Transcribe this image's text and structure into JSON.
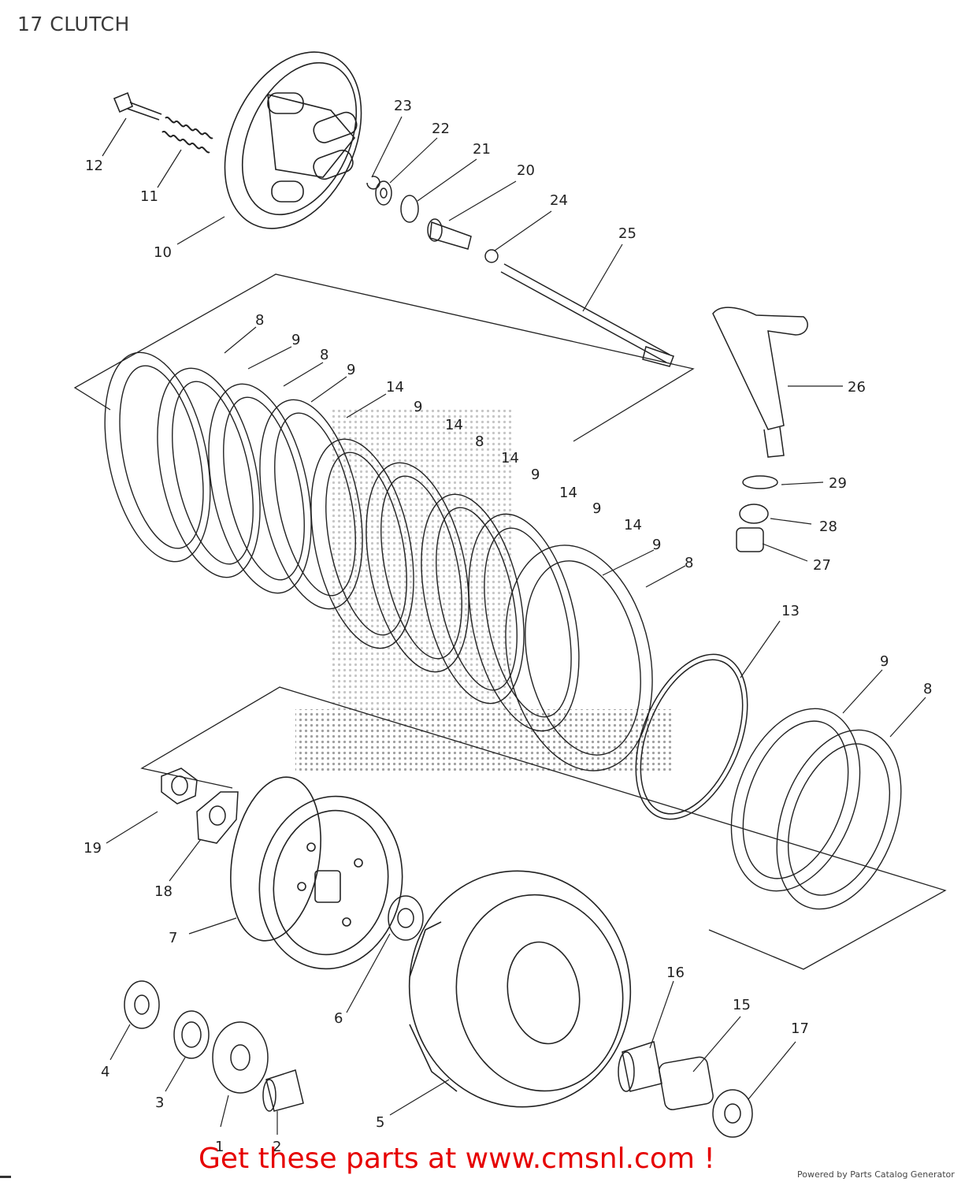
{
  "page": {
    "title": "17 CLUTCH",
    "promo_text": "Get these parts at www.cmsnl.com !",
    "powered_text": "Powered by Parts Catalog Generator"
  },
  "callouts": [
    {
      "id": "c12",
      "label": "12"
    },
    {
      "id": "c11",
      "label": "11"
    },
    {
      "id": "c10",
      "label": "10"
    },
    {
      "id": "c23",
      "label": "23"
    },
    {
      "id": "c22",
      "label": "22"
    },
    {
      "id": "c21",
      "label": "21"
    },
    {
      "id": "c20",
      "label": "20"
    },
    {
      "id": "c24",
      "label": "24"
    },
    {
      "id": "c25",
      "label": "25"
    },
    {
      "id": "c26",
      "label": "26"
    },
    {
      "id": "c29",
      "label": "29"
    },
    {
      "id": "c28",
      "label": "28"
    },
    {
      "id": "c27",
      "label": "27"
    },
    {
      "id": "c8a",
      "label": "8"
    },
    {
      "id": "c9a",
      "label": "9"
    },
    {
      "id": "c8b",
      "label": "8"
    },
    {
      "id": "c9b",
      "label": "9"
    },
    {
      "id": "c14a",
      "label": "14"
    },
    {
      "id": "c9c",
      "label": "9"
    },
    {
      "id": "c14b",
      "label": "14"
    },
    {
      "id": "c8c",
      "label": "8"
    },
    {
      "id": "c14c",
      "label": "14"
    },
    {
      "id": "c9d",
      "label": "9"
    },
    {
      "id": "c14d",
      "label": "14"
    },
    {
      "id": "c9e",
      "label": "9"
    },
    {
      "id": "c14e",
      "label": "14"
    },
    {
      "id": "c9f",
      "label": "9"
    },
    {
      "id": "c8d",
      "label": "8"
    },
    {
      "id": "c13",
      "label": "13"
    },
    {
      "id": "c9g",
      "label": "9"
    },
    {
      "id": "c8e",
      "label": "8"
    },
    {
      "id": "c19",
      "label": "19"
    },
    {
      "id": "c18",
      "label": "18"
    },
    {
      "id": "c7",
      "label": "7"
    },
    {
      "id": "c6",
      "label": "6"
    },
    {
      "id": "c16",
      "label": "16"
    },
    {
      "id": "c15",
      "label": "15"
    },
    {
      "id": "c17",
      "label": "17"
    },
    {
      "id": "c4",
      "label": "4"
    },
    {
      "id": "c3",
      "label": "3"
    },
    {
      "id": "c5",
      "label": "5"
    },
    {
      "id": "c1",
      "label": "1"
    },
    {
      "id": "c2",
      "label": "2"
    }
  ]
}
